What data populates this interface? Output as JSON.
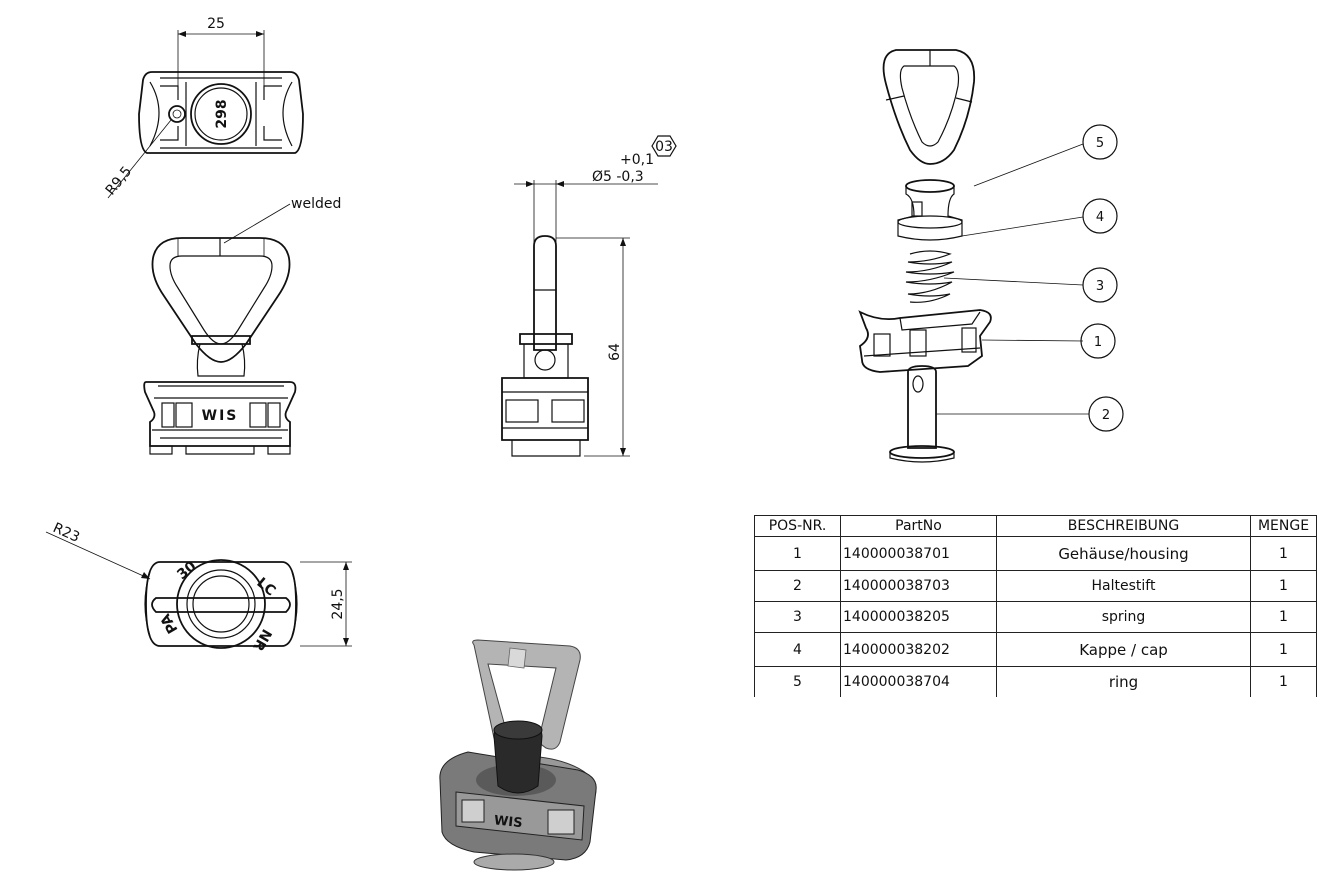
{
  "dimensions": {
    "width_25": "25",
    "radius_9_5": "R9,5",
    "part_id": "298",
    "welded_note": "welded",
    "tol_plus": "+0,1",
    "tol_minus": "Ø5 -0,3",
    "rev_hex": "03",
    "height_64": "64",
    "radius_23": "R23",
    "depth_24_5": "24,5"
  },
  "brand": "WIS",
  "ring_markings": [
    "30",
    "LC",
    "PA",
    "NR"
  ],
  "balloons": [
    "5",
    "4",
    "3",
    "1",
    "2"
  ],
  "bom": {
    "headers": [
      "POS-NR.",
      "PartNo",
      "BESCHREIBUNG",
      "MENGE"
    ],
    "rows": [
      {
        "pos": "1",
        "partno": "140000038701",
        "desc": "Gehäuse/housing",
        "qty": "1"
      },
      {
        "pos": "2",
        "partno": "140000038703",
        "desc": "Haltestift",
        "qty": "1"
      },
      {
        "pos": "3",
        "partno": "140000038205",
        "desc": "spring",
        "qty": "1"
      },
      {
        "pos": "4",
        "partno": "140000038202",
        "desc": "Kappe / cap",
        "qty": "1"
      },
      {
        "pos": "5",
        "partno": "140000038704",
        "desc": "ring",
        "qty": "1"
      }
    ]
  }
}
